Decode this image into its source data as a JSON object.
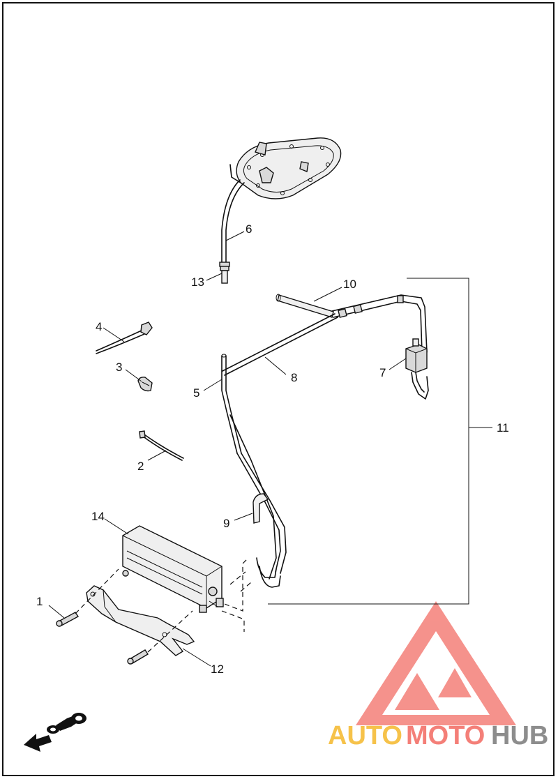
{
  "callouts": {
    "c1": "1",
    "c2": "2",
    "c3": "3",
    "c4": "4",
    "c5": "5",
    "c6": "6",
    "c7": "7",
    "c8": "8",
    "c9": "9",
    "c10": "10",
    "c11": "11",
    "c12": "12",
    "c13": "13",
    "c14": "14"
  },
  "watermark": {
    "auto": "AUTO",
    "moto": "MOTO",
    "hub": "HUB"
  },
  "colors": {
    "watermark_triangle": "#f47f78",
    "watermark_auto": "#f6c24a",
    "watermark_hub": "#8d8d8d",
    "line": "#111111"
  },
  "icons": {
    "orientation": "motorcycle-front-arrow-icon"
  }
}
